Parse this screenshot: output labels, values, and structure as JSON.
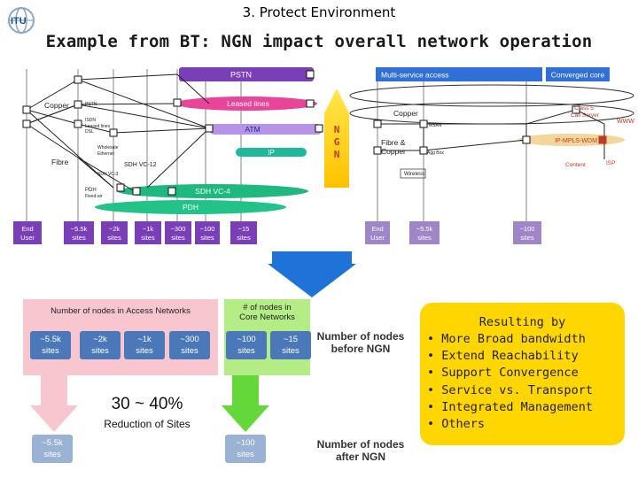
{
  "header": {
    "logo_text": "ITU",
    "section_title": "3. Protect Environment",
    "main_title": "Example from BT: NGN impact overall network operation"
  },
  "legacy": {
    "bands": [
      {
        "label": "PSTN",
        "color": "#7a3fb6"
      },
      {
        "label": "Leased lines",
        "color": "#e8459a"
      },
      {
        "label": "ATM",
        "color": "#b693e6"
      },
      {
        "label": "IP",
        "color": "#1eb89b"
      },
      {
        "label": "SDH VC-4",
        "color": "#1fb87f"
      },
      {
        "label": "PDH",
        "color": "#22c288"
      }
    ],
    "media_labels": [
      "Copper",
      "Fibre"
    ],
    "small_labels": [
      "PSTN",
      "ISDN",
      "Leased lines",
      "DSL",
      "Wholesale",
      "Ethernet",
      "SDH VC-12",
      "SDH VC-3",
      "PDH",
      "Fixed-air"
    ],
    "sites": [
      {
        "label": "End\nUser"
      },
      {
        "label": "~5.5k\nsites"
      },
      {
        "label": "~2k\nsites"
      },
      {
        "label": "~1k\nsites"
      },
      {
        "label": "~300\nsites"
      },
      {
        "label": "~100\nsites"
      },
      {
        "label": "~15\nsites"
      }
    ]
  },
  "ngn_badge": "N\nG\nN",
  "ngn": {
    "multi_service": "Multi-service access",
    "converged_core": "Converged core",
    "labels": {
      "copper": "Copper",
      "fibre_copper": "Fibre &\nCopper",
      "wireless": "Wireless",
      "class5": "Class 5\nCall Server",
      "www": "WWW",
      "ipmpls": "IP-MPLS-WDM",
      "content": "Content",
      "isp": "ISP",
      "mux": "MSAN",
      "agg": "Agg Box"
    },
    "sites": [
      {
        "label": "End\nUser"
      },
      {
        "label": "~5.5k\nsites"
      },
      {
        "label": "~100\nsites"
      }
    ]
  },
  "access_panel": {
    "title": "Number of nodes in Access Networks",
    "nodes": [
      "~5.5k\nsites",
      "~2k\nsites",
      "~1k\nsites",
      "~300\nsites"
    ],
    "after_node": "~5.5k\nsites"
  },
  "core_panel": {
    "title": "# of nodes in\nCore Networks",
    "nodes": [
      "~100\nsites",
      "~15\nsites"
    ],
    "after_node": "~100\nsites"
  },
  "labels": {
    "before": "Number of nodes\nbefore NGN",
    "after": "Number of nodes\nafter NGN"
  },
  "reduction": {
    "value": "30 ~ 40%",
    "caption": "Reduction of Sites"
  },
  "results": {
    "title": "Resulting by",
    "items": [
      "More Broad bandwidth",
      "Extend Reachability",
      "Support Convergence",
      "Service vs. Transport",
      "Integrated Management",
      "Others"
    ]
  },
  "colors": {
    "site_box": "#7a3fb6",
    "node_box": "#4a78b8",
    "node_box_light": "#9ab2d4",
    "ngn_badge": "#ffd400",
    "ngn_text": "#c0392b",
    "ngn_bar": "#2f6fd6",
    "access_panel": "#f7c6cf",
    "core_panel": "#b4ec85",
    "result_box": "#ffd600",
    "down_arrow": "#1f73d8"
  }
}
